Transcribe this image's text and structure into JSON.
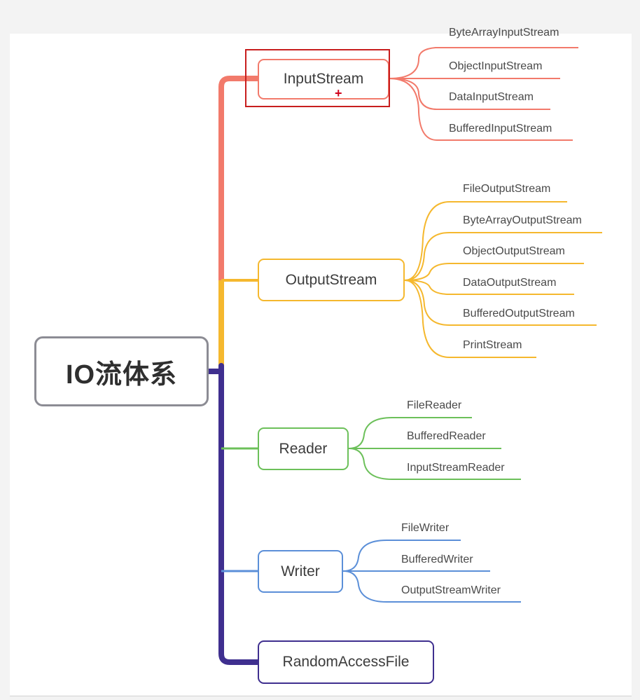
{
  "root": {
    "label": "IO流体系"
  },
  "colors": {
    "input": "#f27a6b",
    "output": "#f5b82e",
    "reader": "#6cc05a",
    "writer": "#5b8fd8",
    "random": "#3f2f8f",
    "highlight": "#c81e1e"
  },
  "branches": [
    {
      "label": "InputStream",
      "color_key": "input",
      "children": [
        "ByteArrayInputStream",
        "ObjectInputStream",
        "DataInputStream",
        "BufferedInputStream"
      ]
    },
    {
      "label": "OutputStream",
      "color_key": "output",
      "children": [
        "FileOutputStream",
        "ByteArrayOutputStream",
        "ObjectOutputStream",
        "DataOutputStream",
        "BufferedOutputStream",
        "PrintStream"
      ]
    },
    {
      "label": "Reader",
      "color_key": "reader",
      "children": [
        "FileReader",
        "BufferedReader",
        "InputStreamReader"
      ]
    },
    {
      "label": "Writer",
      "color_key": "writer",
      "children": [
        "FileWriter",
        "BufferedWriter",
        "OutputStreamWriter"
      ]
    },
    {
      "label": "RandomAccessFile",
      "color_key": "random",
      "children": []
    }
  ],
  "cursor": {
    "glyph": "+"
  }
}
